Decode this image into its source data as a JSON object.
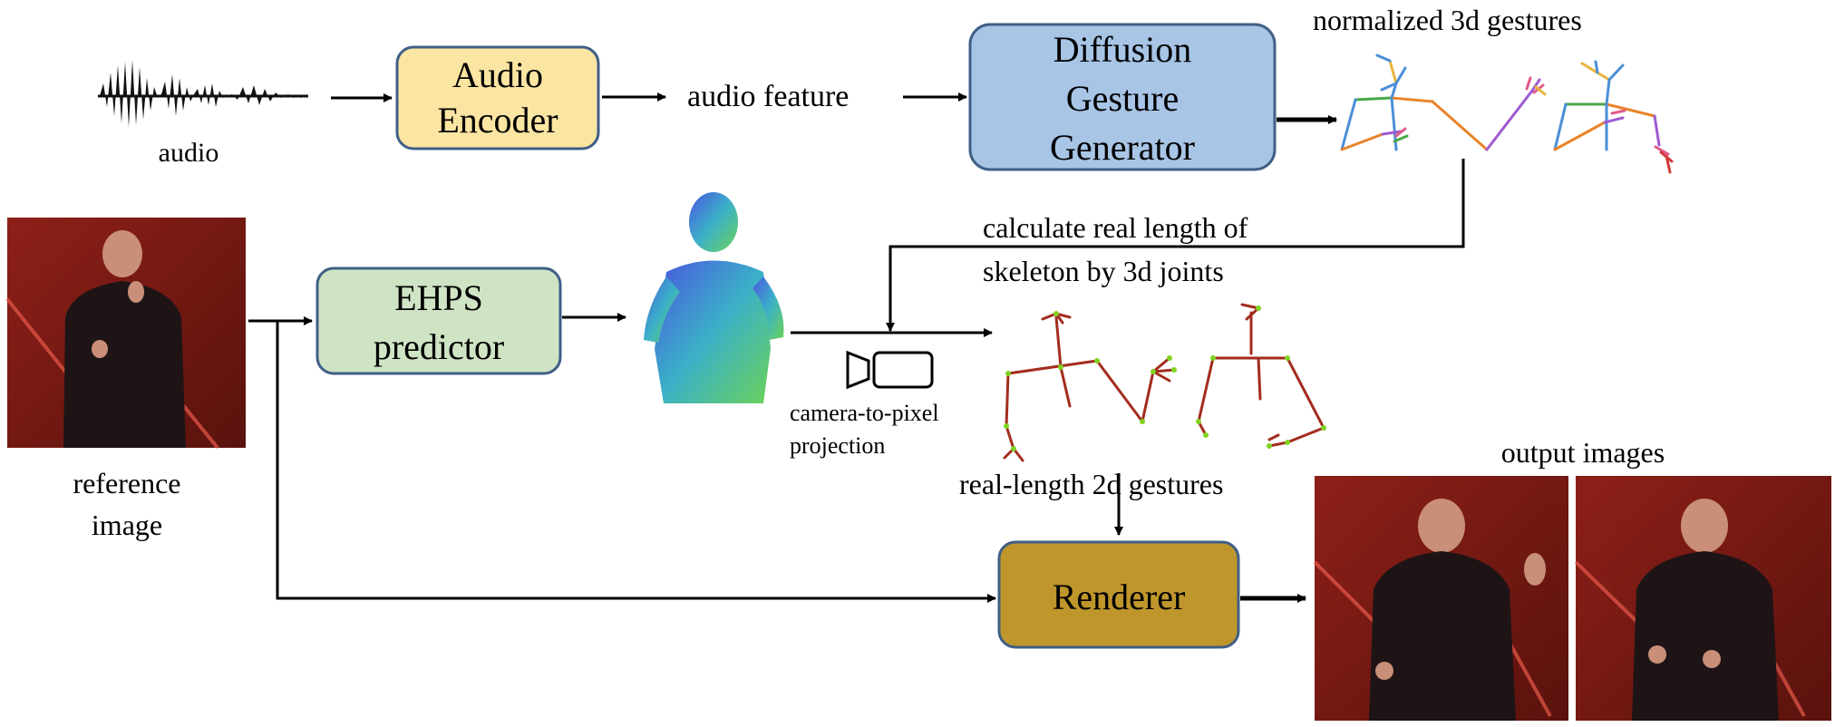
{
  "colors": {
    "audio_encoder": "#fbe5a2",
    "diffusion_generator": "#a8c5e6",
    "ehps_predictor": "#cfe4c4",
    "renderer": "#bf962b",
    "box_stroke": "#3f5f86",
    "arrow": "#000000",
    "photo_background": "#7a1a14",
    "skeleton_2d": "#a32d1f",
    "joint_dots": "#7ed321"
  },
  "nodes": {
    "audio_encoder": {
      "line1": "Audio",
      "line2": "Encoder"
    },
    "diffusion_generator": {
      "line1": "Diffusion",
      "line2": "Gesture",
      "line3": "Generator"
    },
    "ehps_predictor": {
      "line1": "EHPS",
      "line2": "predictor"
    },
    "renderer": {
      "line1": "Renderer"
    }
  },
  "labels": {
    "audio": "audio",
    "audio_feature": "audio feature",
    "normalized_3d": "normalized 3d gestures",
    "calc_line1": "calculate real length of",
    "calc_line2": "skeleton by 3d joints",
    "camera_line1": "camera-to-pixel",
    "camera_line2": "projection",
    "real_length_2d": "real-length 2d gestures",
    "output_images": "output images",
    "reference_line1": "reference",
    "reference_line2": "image"
  },
  "icons": {
    "waveform": "audio-waveform-icon",
    "camera": "camera-icon",
    "mesh": "body-mesh-icon"
  }
}
